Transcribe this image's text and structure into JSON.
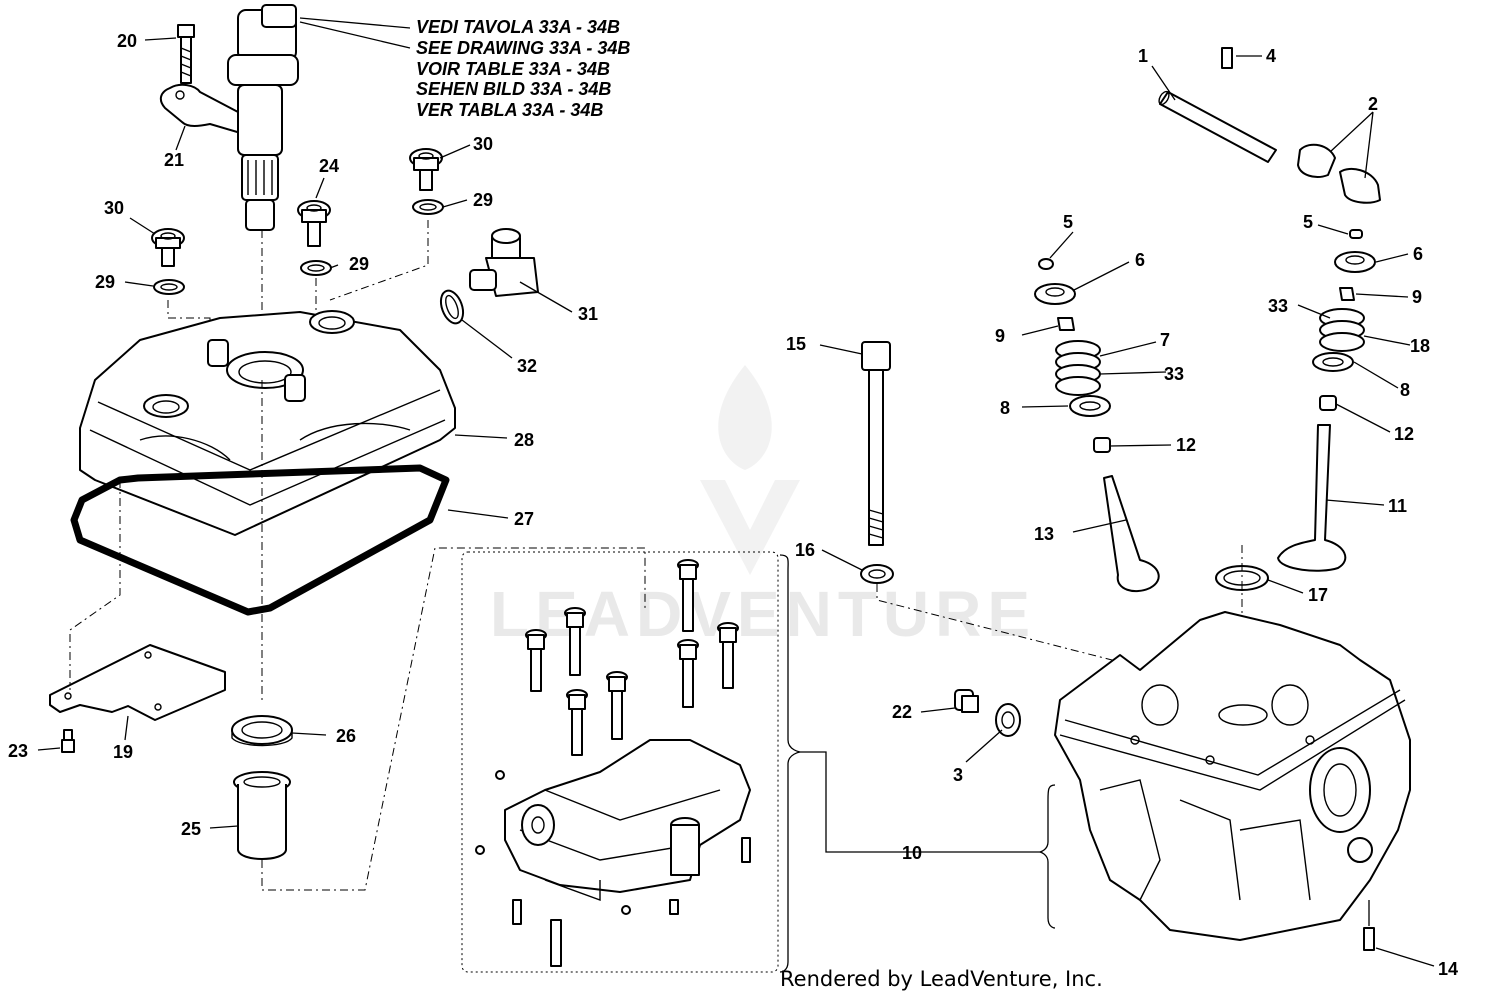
{
  "notes": [
    "VEDI TAVOLA 33A - 34B",
    "SEE DRAWING 33A - 34B",
    "VOIR TABLE 33A - 34B",
    "SEHEN BILD 33A - 34B",
    "VER TABLA 33A - 34B"
  ],
  "watermark": "LEADVENTURE",
  "footer": "Rendered by LeadVenture, Inc.",
  "callouts": [
    "1",
    "2",
    "3",
    "4",
    "5",
    "5",
    "6",
    "6",
    "7",
    "8",
    "8",
    "9",
    "9",
    "10",
    "11",
    "12",
    "12",
    "13",
    "14",
    "15",
    "16",
    "17",
    "18",
    "19",
    "20",
    "21",
    "22",
    "23",
    "24",
    "25",
    "26",
    "27",
    "28",
    "29",
    "29",
    "29",
    "30",
    "30",
    "31",
    "32",
    "33",
    "33"
  ]
}
